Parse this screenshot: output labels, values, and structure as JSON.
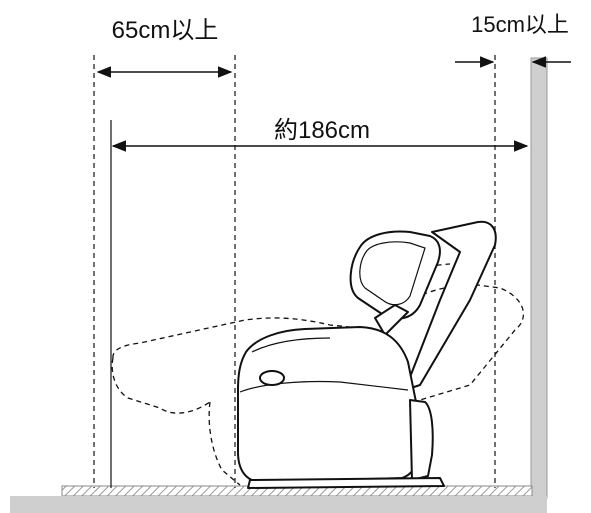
{
  "labels": {
    "front_clearance": "65cm以上",
    "rear_clearance": "15cm以上",
    "total_length": "約186cm"
  },
  "colors": {
    "ink": "#111111",
    "wall": "#cfcfcf",
    "floor_hatch": "#b5b5b5"
  },
  "icons": {
    "chair": "massage-chair-icon",
    "wall": "wall-icon",
    "floor": "floor-icon"
  }
}
